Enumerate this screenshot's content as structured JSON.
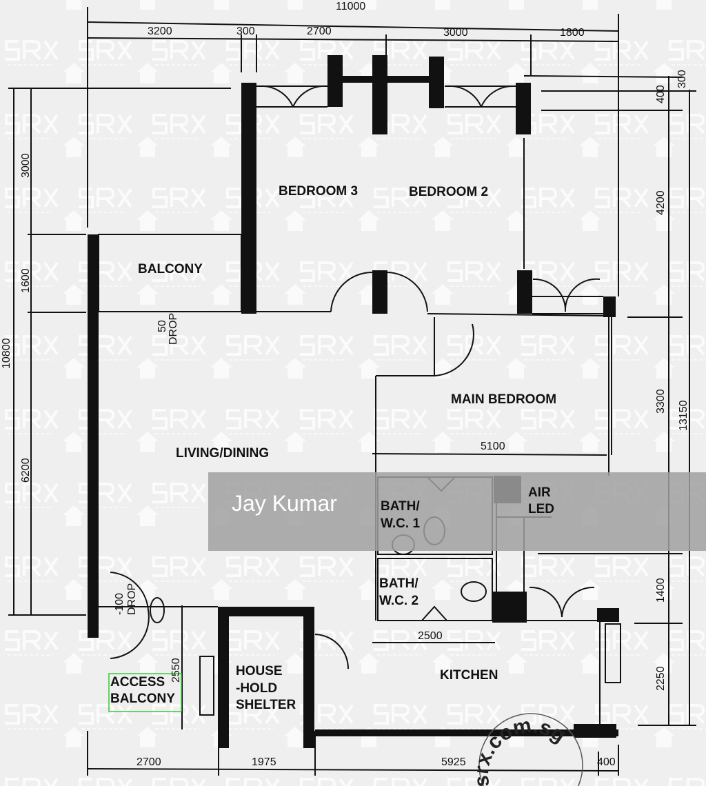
{
  "rooms": {
    "bedroom3": "BEDROOM 3",
    "bedroom2": "BEDROOM 2",
    "balcony": "BALCONY",
    "drop50_a": "50",
    "drop50_b": "DROP",
    "main_bedroom": "MAIN BEDROOM",
    "living_dining": "LIVING/DINING",
    "bath1_a": "BATH/",
    "bath1_b": "W.C. 1",
    "bath2_a": "BATH/",
    "bath2_b": "W.C. 2",
    "aircon_a": "AIR",
    "aircon_b": "LED",
    "drop100_a": "-100",
    "drop100_b": "DROP",
    "access_balcony_a": "ACCESS",
    "access_balcony_b": "BALCONY",
    "shelter_a": "HOUSE",
    "shelter_b": "-HOLD",
    "shelter_c": "SHELTER",
    "kitchen": "KITCHEN"
  },
  "dimensions": {
    "top_total": "11000",
    "top": [
      "3200",
      "300",
      "2700",
      "3000",
      "1800"
    ],
    "right": [
      "300",
      "400",
      "4200",
      "3300",
      "1400",
      "2250"
    ],
    "right_total": "13150",
    "left": [
      "3000",
      "1600",
      "6200"
    ],
    "left_total": "10800",
    "bottom": [
      "2700",
      "1975",
      "5925",
      "400"
    ],
    "main_bedroom_width": "5100",
    "bath_width": "2500",
    "access_balcony_depth": "2550"
  },
  "overlay": {
    "name": "Jay Kumar"
  },
  "watermark": {
    "brand": "SRX",
    "domain": ".com.sg",
    "stamp": "srx.com.sg"
  },
  "colors": {
    "walls": "#111111",
    "background": "#efefef",
    "highlight_box": "#33cc33"
  }
}
